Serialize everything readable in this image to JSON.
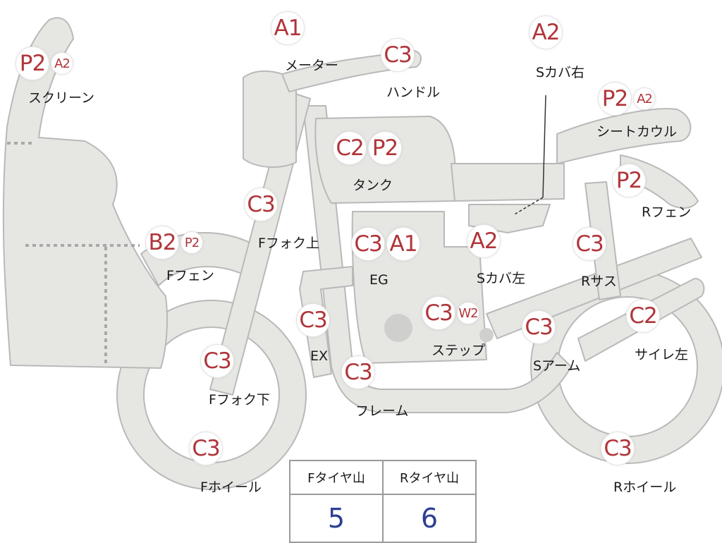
{
  "colors": {
    "badge_text": "#b0353a",
    "label_text": "#1a1a1a",
    "value_text": "#2c3f93",
    "body_fill": "#e6e6e3",
    "body_stroke": "#b9b9b9"
  },
  "parts": [
    {
      "id": "screen",
      "codes": [
        "P2",
        "A2"
      ],
      "label": "スクリーン"
    },
    {
      "id": "meter",
      "codes": [
        "A1"
      ],
      "label": "メーター"
    },
    {
      "id": "handle",
      "codes": [
        "C3"
      ],
      "label": "ハンドル"
    },
    {
      "id": "side-cover-right",
      "codes": [
        "A2"
      ],
      "label": "Sカバ右"
    },
    {
      "id": "seat-cowl",
      "codes": [
        "P2",
        "A2"
      ],
      "label": "シートカウル"
    },
    {
      "id": "tank",
      "codes": [
        "C2",
        "P2"
      ],
      "label": "タンク"
    },
    {
      "id": "rear-fender",
      "codes": [
        "P2"
      ],
      "label": "Rフェン"
    },
    {
      "id": "fork-upper",
      "codes": [
        "C3"
      ],
      "label": "Fフォク上"
    },
    {
      "id": "front-fender",
      "codes": [
        "B2",
        "P2"
      ],
      "label": "Fフェン"
    },
    {
      "id": "engine",
      "codes": [
        "C3",
        "A1"
      ],
      "label": "EG"
    },
    {
      "id": "side-cover-left",
      "codes": [
        "A2"
      ],
      "label": "Sカバ左"
    },
    {
      "id": "rear-suspension",
      "codes": [
        "C3"
      ],
      "label": "Rサス"
    },
    {
      "id": "exhaust",
      "codes": [
        "C3"
      ],
      "label": "EX"
    },
    {
      "id": "step",
      "codes": [
        "C3",
        "W2"
      ],
      "label": "ステップ"
    },
    {
      "id": "swing-arm",
      "codes": [
        "C3"
      ],
      "label": "Sアーム"
    },
    {
      "id": "muffler-left",
      "codes": [
        "C2"
      ],
      "label": "サイレ左"
    },
    {
      "id": "fork-lower",
      "codes": [
        "C3"
      ],
      "label": "Fフォク下"
    },
    {
      "id": "frame",
      "codes": [
        "C3"
      ],
      "label": "フレーム"
    },
    {
      "id": "front-wheel",
      "codes": [
        "C3"
      ],
      "label": "Fホイール"
    },
    {
      "id": "rear-wheel",
      "codes": [
        "C3"
      ],
      "label": "Rホイール"
    }
  ],
  "tread_table": {
    "headers": [
      "Fタイヤ山",
      "Rタイヤ山"
    ],
    "values": [
      "5",
      "6"
    ]
  }
}
